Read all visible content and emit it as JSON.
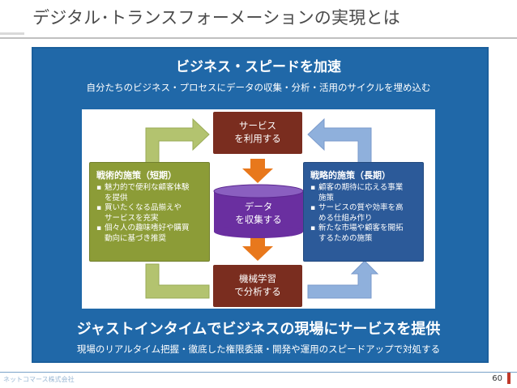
{
  "page": {
    "title": "デジタル･トランスフォーメーションの実現とは",
    "header": "ビジネス・スピードを加速",
    "subheader": "自分たちのビジネス・プロセスにデータの収集・分析・活用のサイクルを埋め込む",
    "bottom_title": "ジャストインタイムでビジネスの現場にサービスを提供",
    "bottom_subtitle": "現場のリアルタイム把握・徹底した権限委譲・開発や運用のスピードアップで対処する",
    "footer_brand": "ネットコマース株式会社",
    "page_number": "60"
  },
  "diagram": {
    "top_box": {
      "line1": "サービス",
      "line2": "を利用する"
    },
    "center_db": {
      "line1": "データ",
      "line2": "を収集する"
    },
    "bottom_box": {
      "line1": "機械学習",
      "line2": "で分析する"
    },
    "left_panel": {
      "title": "戦術的施策（短期）",
      "items": [
        "魅力的で便利な顧客体験\nを提供",
        "買いたくなる品揃えや\nサービスを充実",
        "個々人の趣味嗜好や購買\n動向に基づき推奨"
      ]
    },
    "right_panel": {
      "title": "戦略的施策（長期）",
      "items": [
        "顧客の期待に応える事業\n施策",
        "サービスの質や効率を高\nめる仕組み作り",
        "新たな市場や顧客を開拓\nするための施策"
      ]
    }
  },
  "colors": {
    "panel_blue": "#2068a8",
    "brown": "#7a2d1f",
    "orange_arrow": "#e8781c",
    "green": "#8c9c37",
    "green_arrow": "#b3c36f",
    "navy": "#2c5a99",
    "light_blue_arrow": "#8fb0dc",
    "db_purple": "#6a2fa0"
  }
}
